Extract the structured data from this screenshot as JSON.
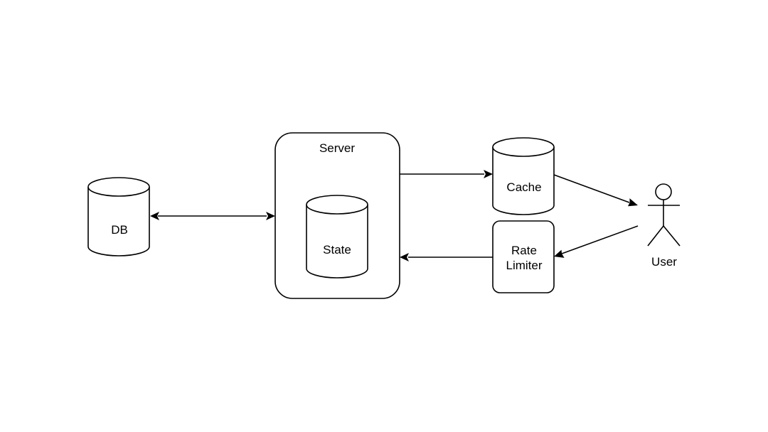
{
  "nodes": {
    "db": {
      "label": "DB"
    },
    "server": {
      "label": "Server"
    },
    "state": {
      "label": "State"
    },
    "cache": {
      "label": "Cache"
    },
    "rate_limiter": {
      "line1": "Rate",
      "line2": "Limiter"
    },
    "user": {
      "label": "User"
    }
  },
  "edges": [
    {
      "from": "DB",
      "to": "Server",
      "direction": "bidirectional"
    },
    {
      "from": "Server",
      "to": "Cache",
      "direction": "forward"
    },
    {
      "from": "Cache",
      "to": "User",
      "direction": "forward"
    },
    {
      "from": "User",
      "to": "Rate Limiter",
      "direction": "forward"
    },
    {
      "from": "Rate Limiter",
      "to": "Server",
      "direction": "forward"
    }
  ],
  "colors": {
    "stroke": "#000000",
    "fill": "#ffffff",
    "background": "#ffffff"
  }
}
